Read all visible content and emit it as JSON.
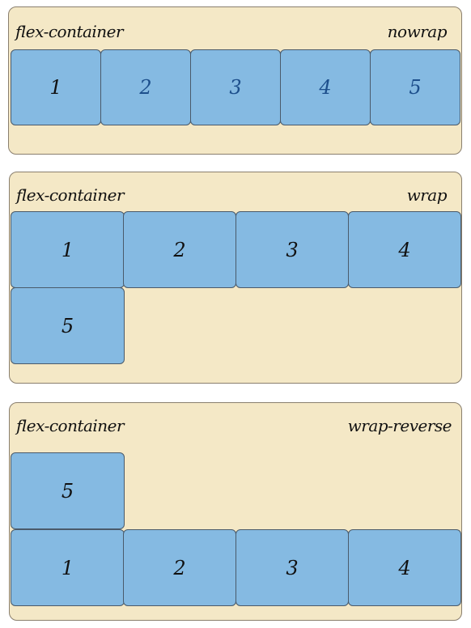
{
  "containers": [
    {
      "id": "nowrap",
      "label": "flex-container",
      "mode": "nowrap",
      "items": [
        "1",
        "2",
        "3",
        "4",
        "5"
      ]
    },
    {
      "id": "wrap",
      "label": "flex-container",
      "mode": "wrap",
      "items": [
        "1",
        "2",
        "3",
        "4",
        "5"
      ]
    },
    {
      "id": "wrap-reverse",
      "label": "flex-container",
      "mode": "wrap-reverse",
      "items": [
        "1",
        "2",
        "3",
        "4",
        "5"
      ]
    }
  ],
  "colors": {
    "container_bg": "#f4e8c6",
    "item_bg": "#85bae2",
    "item_border": "#4a5a6a",
    "container_border": "#8a7f6e",
    "number_dark": "#111111",
    "number_blue": "#1d4f8c"
  }
}
